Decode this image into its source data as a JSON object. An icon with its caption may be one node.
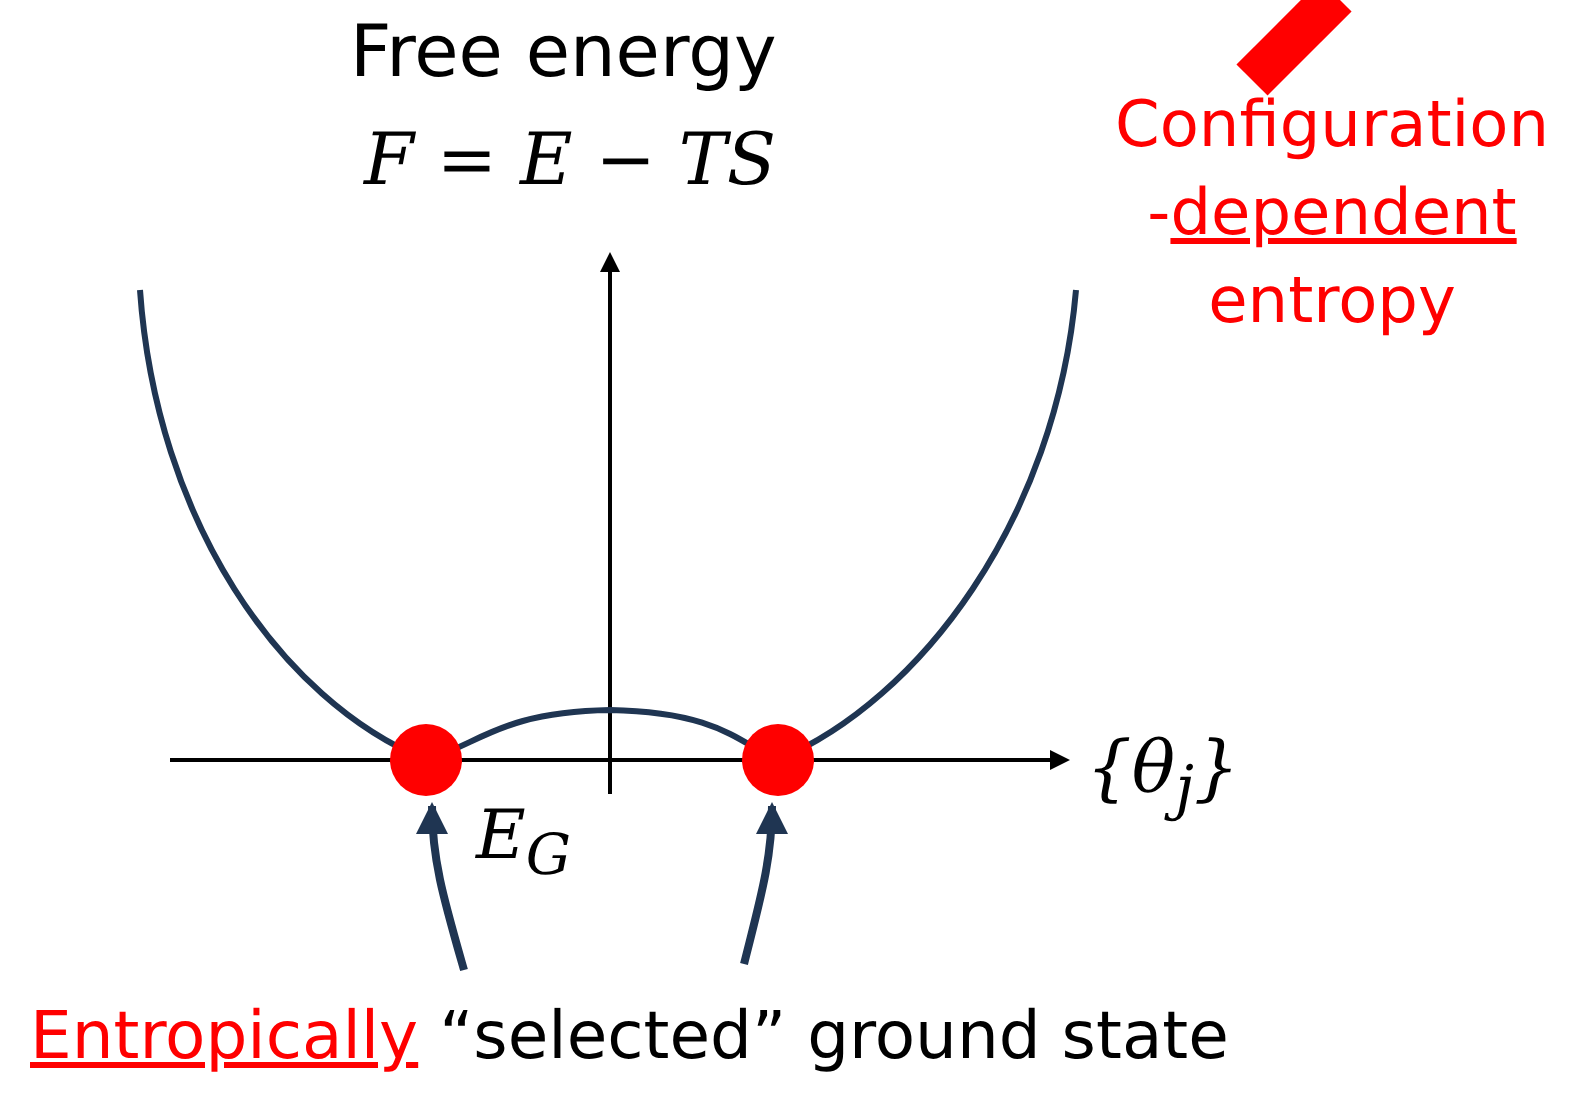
{
  "diagram": {
    "nodes": [
      {
        "text": [
          "Entropically “selected” ground state"
        ]
      },
      {
        "text": [],
        "shape": "circle"
      },
      {
        "text": [],
        "shape": "circle"
      },
      {
        "text": [
          "Configuration -dependent entropy"
        ]
      }
    ],
    "edges": [
      {
        "from": 0,
        "to": 1,
        "arrow": "to"
      },
      {
        "from": 0,
        "to": 2,
        "arrow": "to"
      },
      {
        "from": 3,
        "to": null,
        "arrow": "none",
        "style": "thick",
        "color": "#ff0000"
      }
    ],
    "labels": [
      "Free energy",
      "F = E − TS",
      "{θ$_{j}$}",
      "E$_{G}$"
    ]
  }
}
